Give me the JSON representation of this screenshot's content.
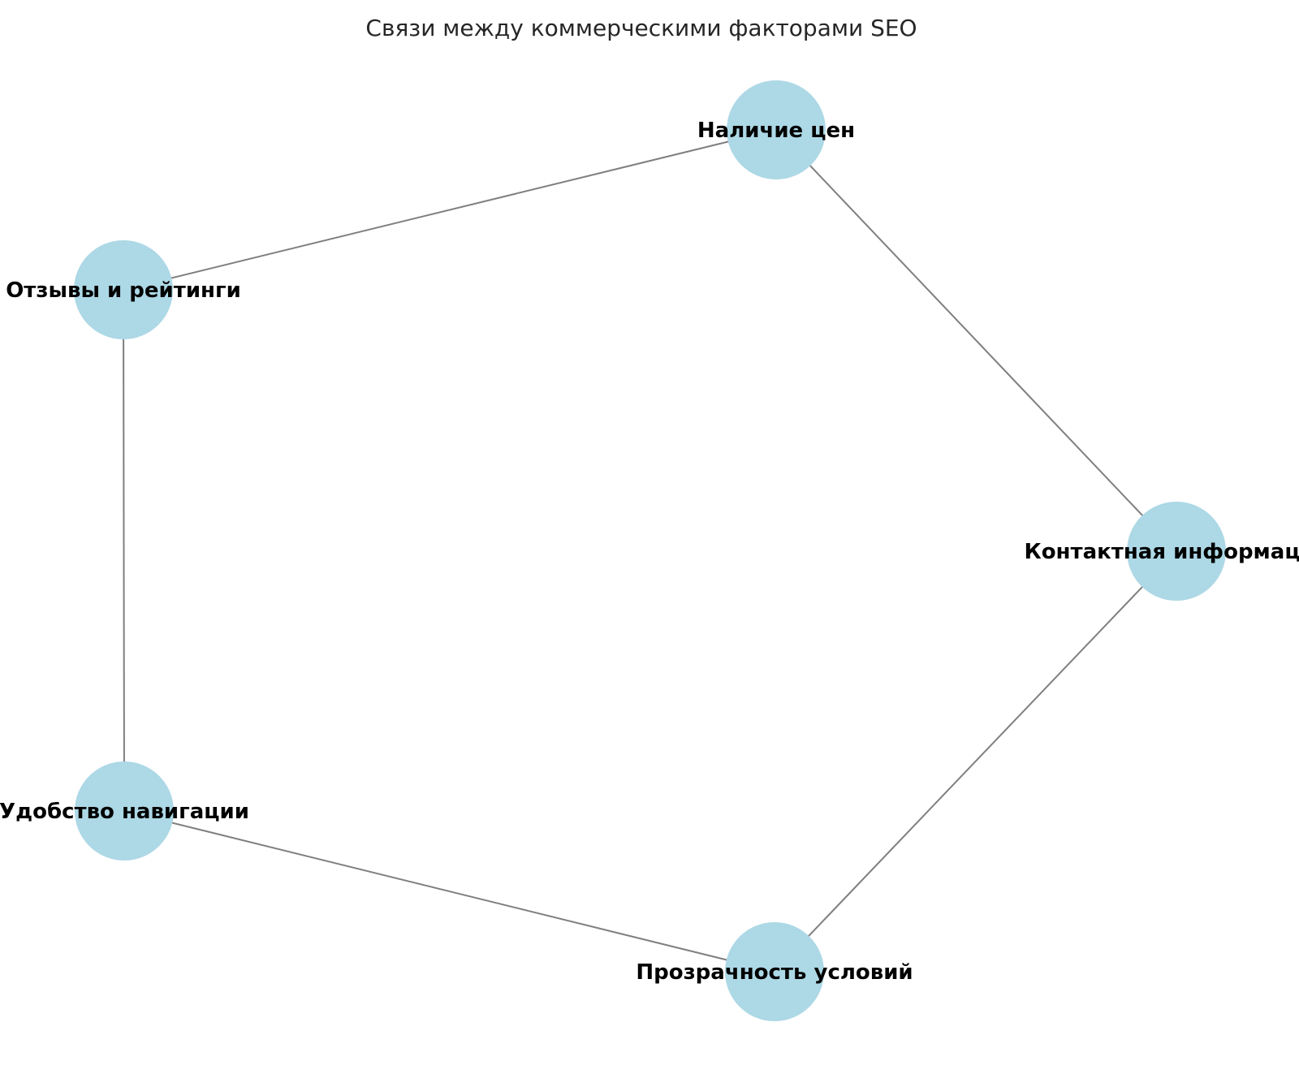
{
  "figure": {
    "title": "Связи между коммерческими факторами SEO",
    "background_color": "#ffffff",
    "title_color": "#262626"
  },
  "graph": {
    "type": "network",
    "node_color": "#add8e6",
    "edge_color": "#7f7f7f",
    "label_color": "#000000",
    "nodes": [
      {
        "id": "prices",
        "label": "Наличие цен"
      },
      {
        "id": "reviews",
        "label": "Отзывы и рейтинги"
      },
      {
        "id": "contact",
        "label": "Контактная информация"
      },
      {
        "id": "navigation",
        "label": "Удобство навигации"
      },
      {
        "id": "terms",
        "label": "Прозрачность условий"
      }
    ],
    "edges": [
      {
        "source": "Наличие цен",
        "target": "Отзывы и рейтинги"
      },
      {
        "source": "Наличие цен",
        "target": "Контактная информация"
      },
      {
        "source": "Отзывы и рейтинги",
        "target": "Удобство навигации"
      },
      {
        "source": "Удобство навигации",
        "target": "Прозрачность условий"
      },
      {
        "source": "Прозрачность условий",
        "target": "Контактная информация"
      }
    ]
  }
}
